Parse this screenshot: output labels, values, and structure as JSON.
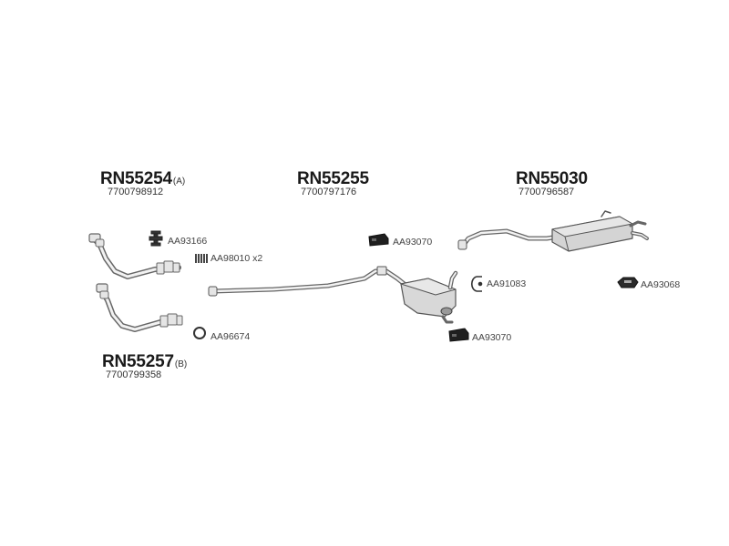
{
  "groups": [
    {
      "code": "RN55254",
      "suffix": "(A)",
      "oem": "7700798912"
    },
    {
      "code": "RN55255",
      "suffix": "",
      "oem": "7700797176"
    },
    {
      "code": "RN55030",
      "suffix": "",
      "oem": "7700796587"
    },
    {
      "code": "RN55257",
      "suffix": "(B)",
      "oem": "7700799358"
    }
  ],
  "accessories": [
    {
      "id": "AA93166",
      "label": "AA93166",
      "icon": "mounting-bracket-icon"
    },
    {
      "id": "AA98010",
      "label": "AA98010 x2",
      "icon": "bolt-set-icon"
    },
    {
      "id": "AA96674",
      "label": "AA96674",
      "icon": "gasket-ring-icon"
    },
    {
      "id": "AA93070a",
      "label": "AA93070",
      "icon": "rubber-hanger-icon"
    },
    {
      "id": "AA91083",
      "label": "AA91083",
      "icon": "clamp-icon"
    },
    {
      "id": "AA93070b",
      "label": "AA93070",
      "icon": "rubber-hanger-icon"
    },
    {
      "id": "AA93068",
      "label": "AA93068",
      "icon": "rubber-mount-icon"
    }
  ],
  "colors": {
    "line": "#666666",
    "fill": "#dcdcdc",
    "dark": "#2a2a2a",
    "text": "#222222"
  }
}
